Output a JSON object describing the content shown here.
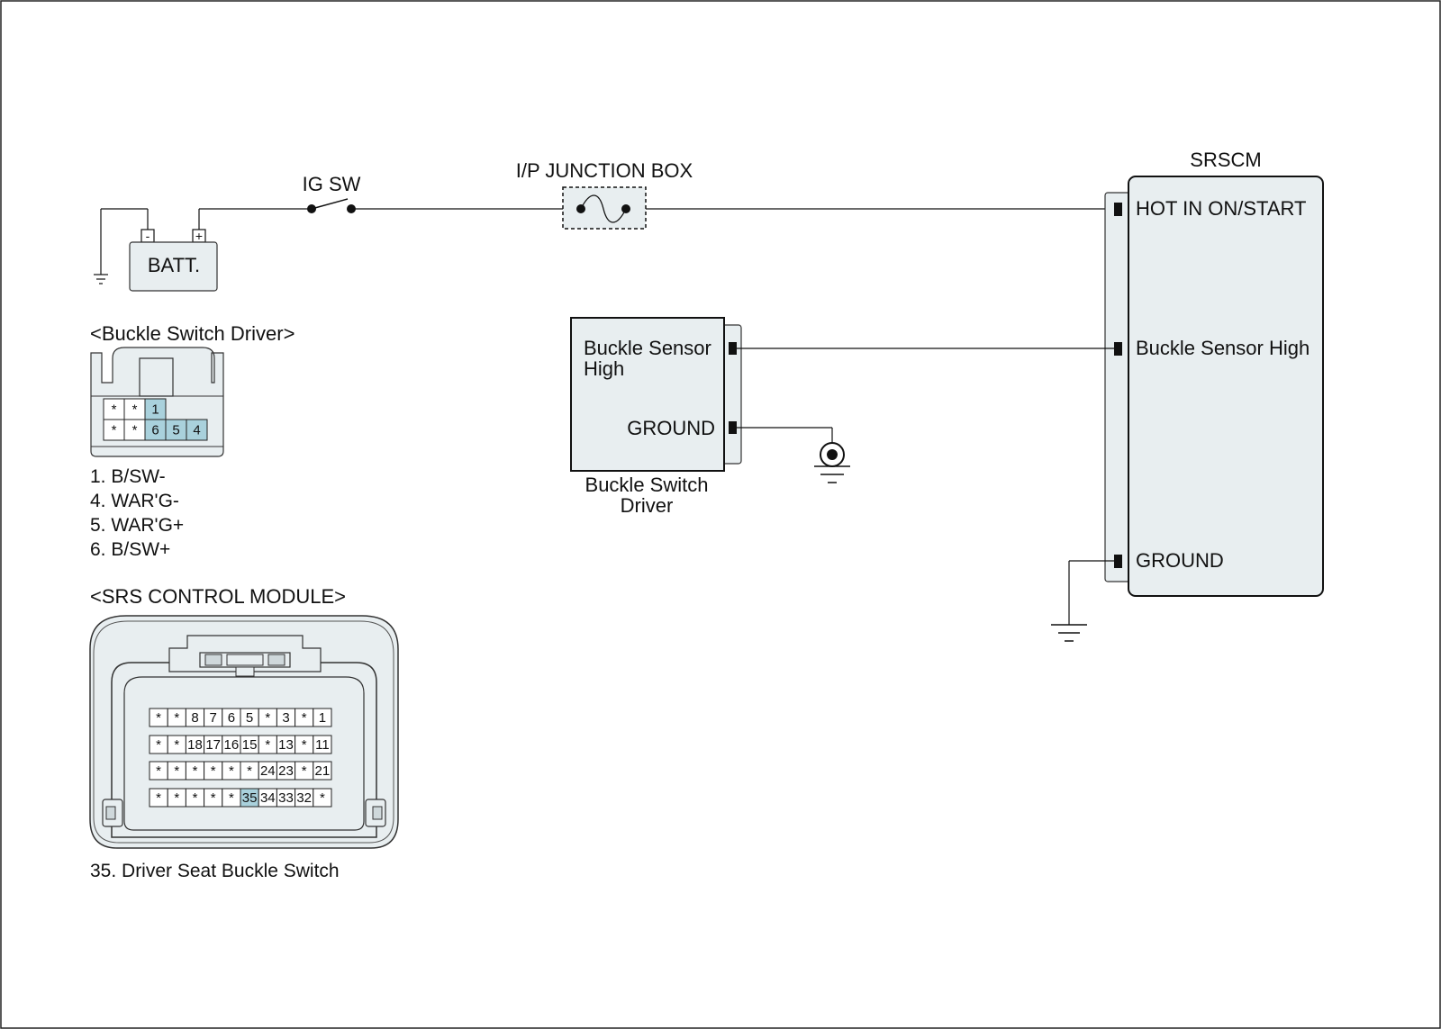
{
  "labels": {
    "ig_sw": "IG SW",
    "junction_box": "I/P JUNCTION BOX",
    "battery": "BATT.",
    "battery_neg": "-",
    "battery_pos": "+",
    "srscm_title": "SRSCM",
    "srscm_hot": "HOT IN ON/START",
    "srscm_buckle": "Buckle Sensor High",
    "srscm_ground": "GROUND",
    "driver_buckle_line1": "Buckle Sensor",
    "driver_buckle_line2": "High",
    "driver_ground": "GROUND",
    "driver_name_line1": "Buckle Switch",
    "driver_name_line2": "Driver"
  },
  "buckle_connector": {
    "title": "<Buckle Switch Driver>",
    "pins": [
      "*",
      "*",
      "1",
      "*",
      "*",
      "6",
      "5",
      "4"
    ],
    "legend": [
      "1. B/SW-",
      "4. WAR'G-",
      "5. WAR'G+",
      "6. B/SW+"
    ]
  },
  "srs_connector": {
    "title": "<SRS CONTROL MODULE>",
    "rows": [
      [
        "*",
        "*",
        "8",
        "7",
        "6",
        "5",
        "*",
        "3",
        "*",
        "1"
      ],
      [
        "*",
        "*",
        "18",
        "17",
        "16",
        "15",
        "*",
        "13",
        "*",
        "11"
      ],
      [
        "*",
        "*",
        "*",
        "*",
        "*",
        "*",
        "24",
        "23",
        "*",
        "21"
      ],
      [
        "*",
        "*",
        "*",
        "*",
        "*",
        "35",
        "34",
        "33",
        "32",
        "*"
      ]
    ],
    "highlight": "35",
    "legend": "35. Driver Seat Buckle Switch"
  },
  "colors": {
    "box_fill": "#e8eef0",
    "pin_highlight": "#a9d1dc",
    "line": "#111111"
  }
}
